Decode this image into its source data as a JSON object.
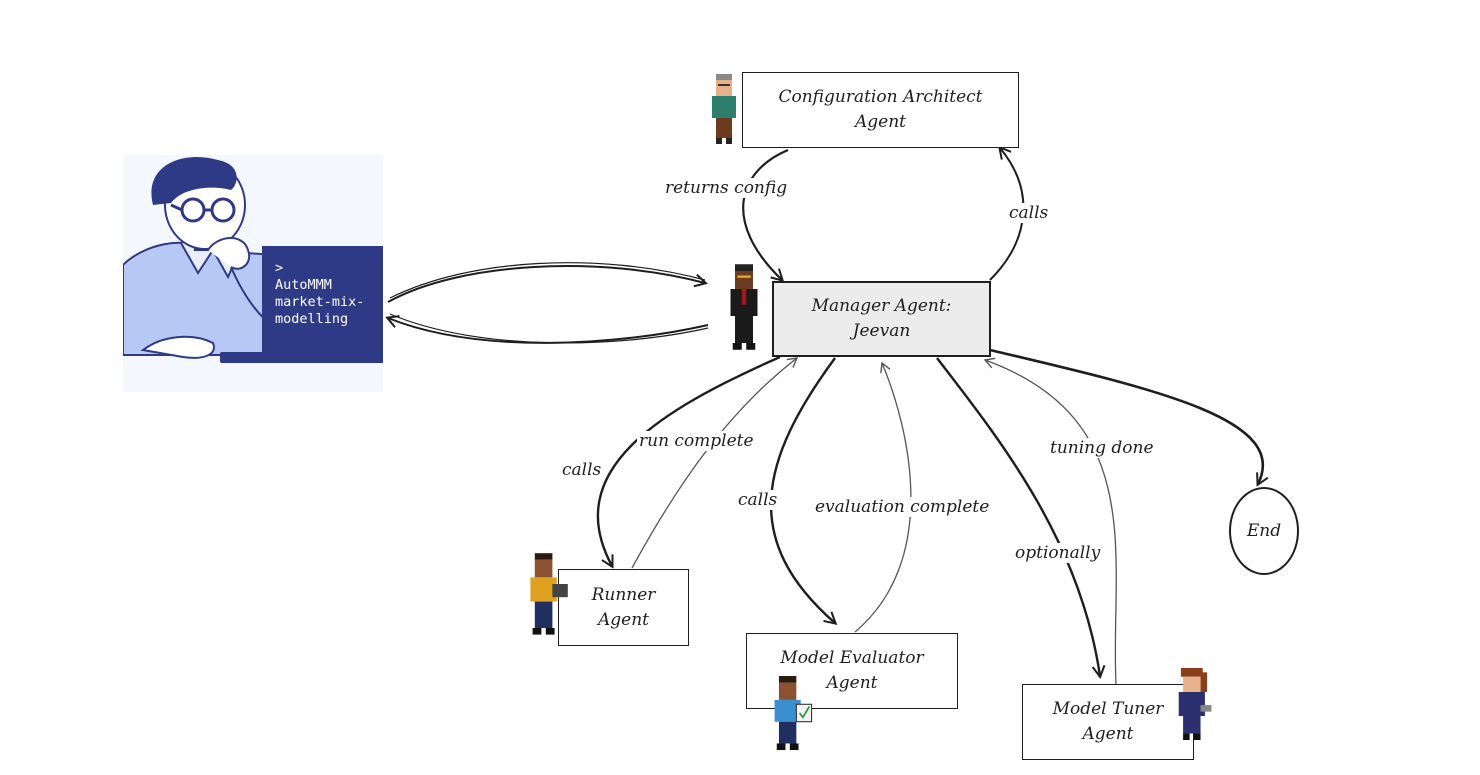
{
  "nodes": {
    "config_architect": "Configuration Architect\nAgent",
    "manager": "Manager Agent:\nJeevan",
    "runner": "Runner\nAgent",
    "evaluator": "Model Evaluator\nAgent",
    "tuner": "Model Tuner\nAgent",
    "end": "End"
  },
  "user_terminal": {
    "prompt": ">",
    "lines": [
      "AutoMMM",
      "market-mix-",
      "modelling"
    ]
  },
  "edge_labels": {
    "returns_config": "returns config",
    "calls_config": "calls",
    "calls_runner": "calls",
    "run_complete": "run complete",
    "calls_evaluator": "calls",
    "evaluation_complete": "evaluation complete",
    "optionally": "optionally",
    "tuning_done": "tuning done"
  },
  "icons": {
    "user": "thinking-person-illustration",
    "architect": "gray-haired-agent-sprite",
    "manager": "suited-manager-sprite",
    "runner": "laptop-agent-sprite",
    "evaluator": "clipboard-agent-sprite",
    "tuner": "wrench-agent-sprite"
  },
  "colors": {
    "manager_fill": "#ececec",
    "terminal_bg": "#2e3a85",
    "user_shirt": "#b8c8f4",
    "stroke": "#1e1e1e"
  }
}
